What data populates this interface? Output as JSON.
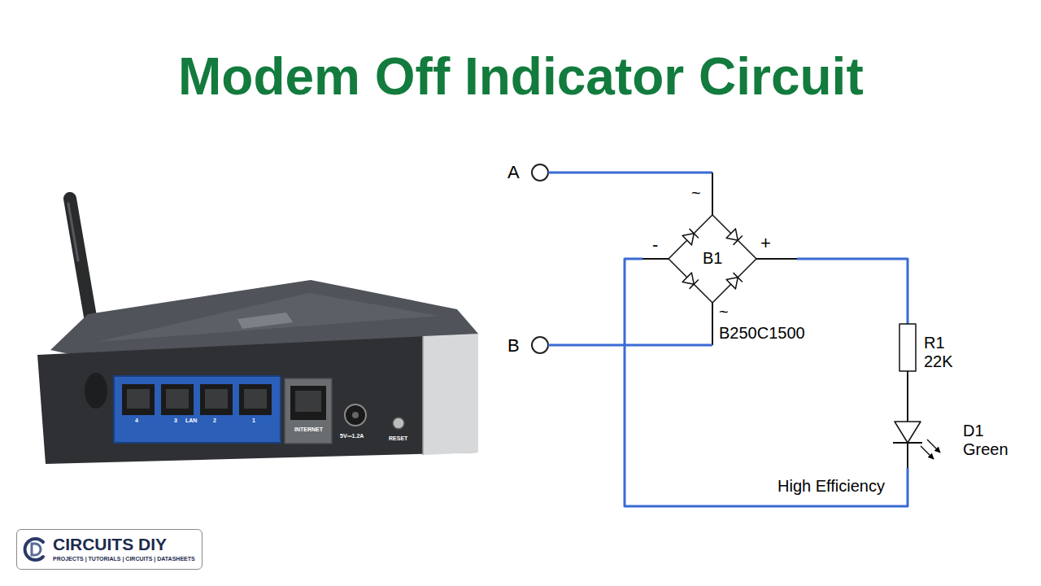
{
  "diagram": {
    "title": "Modem Off Indicator Circuit",
    "nodes": [
      {
        "text": [
          "CIRCUITS DIY",
          "PROJECTS | TUTORIALS | CIRCUITS | DATASHEETS"
        ]
      }
    ],
    "labels": [
      "A",
      "~",
      "-",
      "B1",
      "+",
      "~",
      "B",
      "B250C1500",
      "R1",
      "22K",
      "D1",
      "Green",
      "High Efficiency",
      "4",
      "3",
      "LAN",
      "2",
      "1",
      "INTERNET",
      "5V⎓1.2A",
      "RESET"
    ]
  }
}
